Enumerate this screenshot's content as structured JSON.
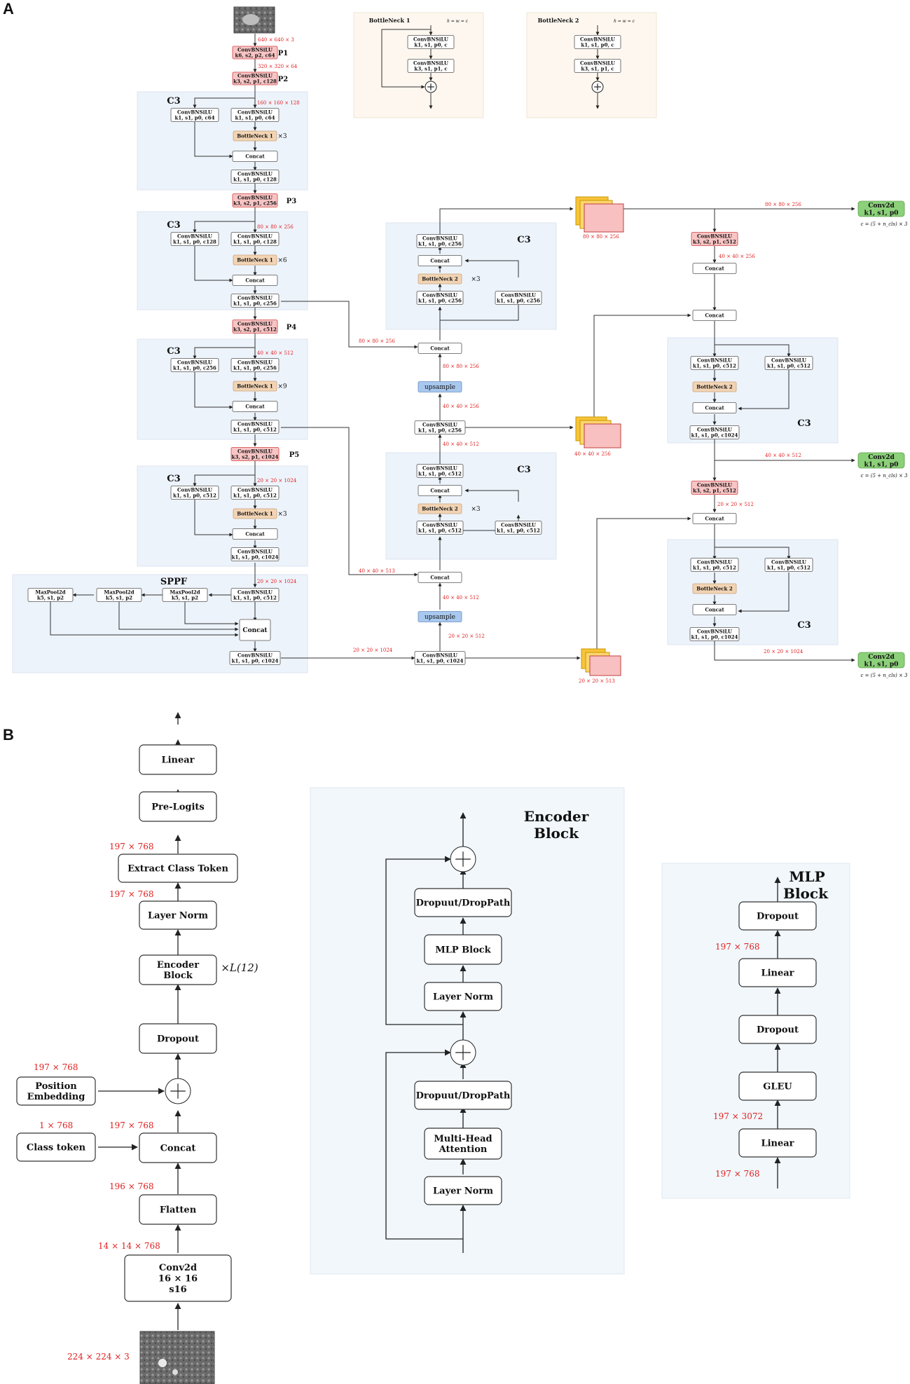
{
  "panel_a": {
    "letter": "A",
    "input_shape": "640 × 640 × 3",
    "stage_labels": [
      "P1",
      "P2",
      "P3",
      "P4",
      "P5"
    ],
    "c3": "C3",
    "sppf": "SPPF",
    "backbone_shapes": [
      "320 × 320 × 64",
      "160 × 160 × 128",
      "80 × 80 × 256",
      "40 × 40 × 512",
      "20 × 20 × 1024"
    ],
    "backbone": {
      "p1": [
        "ConvBNSiLU",
        "k6, s2, p2, c64"
      ],
      "p2": [
        "ConvBNSiLU",
        "k3, s2, p1, c128"
      ],
      "p3": [
        "ConvBNSiLU",
        "k3, s2, p1, c256"
      ],
      "p4": [
        "ConvBNSiLU",
        "k3, s2, p1, c512"
      ],
      "p5": [
        "ConvBNSiLU",
        "k3, s2, p1, c1024"
      ],
      "c3_1": {
        "left": [
          "ConvBNSiLU",
          "k1, s1, p0, c64"
        ],
        "right": [
          "ConvBNSiLU",
          "k1, s1, p0, c64"
        ],
        "bneck": "BottleNeck 1",
        "repeat": "×3",
        "out": [
          "ConvBNSiLU",
          "k1, s1, p0, c128"
        ]
      },
      "c3_2": {
        "left": [
          "ConvBNSiLU",
          "k1, s1, p0, c128"
        ],
        "right": [
          "ConvBNSiLU",
          "k1, s1, p0, c128"
        ],
        "bneck": "BottleNeck 1",
        "repeat": "×6",
        "out": [
          "ConvBNSiLU",
          "k1, s1, p0, c256"
        ]
      },
      "c3_3": {
        "left": [
          "ConvBNSiLU",
          "k1, s1, p0, c256"
        ],
        "right": [
          "ConvBNSiLU",
          "k1, s1, p0, c256"
        ],
        "bneck": "BottleNeck 1",
        "repeat": "×9",
        "out": [
          "ConvBNSiLU",
          "k1, s1, p0, c512"
        ]
      },
      "c3_4": {
        "left": [
          "ConvBNSiLU",
          "k1, s1, p0, c512"
        ],
        "right": [
          "ConvBNSiLU",
          "k1, s1, p0, c512"
        ],
        "bneck": "BottleNeck 1",
        "repeat": "×3",
        "out": [
          "ConvBNSiLU",
          "k1, s1, p0, c1024"
        ]
      },
      "concat": "Concat",
      "sppf": {
        "in": [
          "ConvBNSiLU",
          "k1, s1, p0, c512"
        ],
        "pools": [
          [
            "MaxPool2d",
            "k5, s1, p2"
          ],
          [
            "MaxPool2d",
            "k5, s1, p2"
          ],
          [
            "MaxPool2d",
            "k5, s1, p2"
          ]
        ],
        "concat": "Concat",
        "out": [
          "ConvBNSiLU",
          "k1, s1, p0, c1024"
        ]
      }
    },
    "bottlenecks": [
      {
        "title": "BottleNeck 1",
        "eq": "h = w = c",
        "b1": [
          "ConvBNSiLU",
          "k1, s1, p0, c"
        ],
        "b2": [
          "ConvBNSiLU",
          "k3, s1, p1, c"
        ]
      },
      {
        "title": "BottleNeck 2",
        "eq": "h = w = c",
        "b1": [
          "ConvBNSiLU",
          "k1, s1, p0, c"
        ],
        "b2": [
          "ConvBNSiLU",
          "k3, s1, p1, c"
        ]
      }
    ],
    "neck": {
      "c3_top": {
        "left": [
          "ConvBNSiLU",
          "k1, s1, p0, c256"
        ],
        "right": [
          "ConvBNSiLU",
          "k1, s1, p0, c256"
        ],
        "bneck": "BottleNeck 2",
        "repeat": "×3",
        "out": [
          "ConvBNSiLU",
          "k1, s1, p0, c256"
        ]
      },
      "c3_mid": {
        "left": [
          "ConvBNSiLU",
          "k1, s1, p0, c512"
        ],
        "right": [
          "ConvBNSiLU",
          "k1, s1, p0, c512"
        ],
        "bneck": "BottleNeck 2",
        "repeat": "×3",
        "out": [
          "ConvBNSiLU",
          "k1, s1, p0, c512"
        ]
      },
      "conv_256": [
        "ConvBNSiLU",
        "k1, s1, p0, c256"
      ],
      "conv_1024": [
        "ConvBNSiLU",
        "k1, s1, p0, c1024"
      ],
      "upsample": "upsample",
      "concat": "Concat",
      "shapes": [
        "80 × 80 × 256",
        "80 × 80 × 256",
        "40 × 40 × 256",
        "40 × 40 × 512",
        "40 × 40 × 513",
        "40 × 40 × 512",
        "20 × 20 × 512",
        "20 × 20 × 1024"
      ]
    },
    "head": {
      "down1": [
        "ConvBNSiLU",
        "k3, s2, p1, c512"
      ],
      "down2": [
        "ConvBNSiLU",
        "k3, s2, p1, c512"
      ],
      "concat": "Concat",
      "c3_a": {
        "left": [
          "ConvBNSiLU",
          "k1, s1, p0, c512"
        ],
        "right": [
          "ConvBNSiLU",
          "k1, s1, p0, c512"
        ],
        "bneck": "BottleNeck 2",
        "out": [
          "ConvBNSiLU",
          "k1, s1, p0, c1024"
        ]
      },
      "c3_b": {
        "left": [
          "ConvBNSiLU",
          "k1, s1, p0, c512"
        ],
        "right": [
          "ConvBNSiLU",
          "k1, s1, p0, c512"
        ],
        "bneck": "BottleNeck 2",
        "out": [
          "ConvBNSiLU",
          "k1, s1, p0, c1024"
        ]
      },
      "outputs": [
        [
          "Conv2d",
          "k1, s1, p0"
        ],
        [
          "Conv2d",
          "k1, s1, p0"
        ],
        [
          "Conv2d",
          "k1, s1, p0"
        ]
      ],
      "out_eq": "c = (5 + n_cls) × 3",
      "shapes": [
        "80 × 80 × 256",
        "40 × 40 × 256",
        "40 × 40 × 512",
        "20 × 20 × 512",
        "20 × 20 × 1024",
        "80 × 80 × 256",
        "40 × 40 × 256",
        "20 × 20 × 513"
      ]
    }
  },
  "panel_b": {
    "letter": "B",
    "main": {
      "linear": "Linear",
      "prelogits": "Pre-Logits",
      "extract": "Extract Class Token",
      "layernorm": "Layer Norm",
      "encoder": [
        "Encoder",
        "Block"
      ],
      "repeat": "×L(12)",
      "dropout": "Dropout",
      "position": [
        "Position",
        "Embedding"
      ],
      "class_token": "Class token",
      "concat": "Concat",
      "flatten": "Flatten",
      "conv": [
        "Conv2d",
        "16 × 16",
        "s16"
      ],
      "shapes": [
        "197 × 768",
        "197 × 768",
        "197 × 768",
        "1 × 768",
        "197 × 768",
        "196 × 768",
        "14 × 14 × 768",
        "224 × 224 × 3"
      ]
    },
    "encoder_block": {
      "title": [
        "Encoder",
        "Block"
      ],
      "drop1": "Dropuut/DropPath",
      "mlp": "MLP Block",
      "ln1": "Layer Norm",
      "drop2": "Dropuut/DropPath",
      "mha": [
        "Multi-Head",
        "Attention"
      ],
      "ln2": "Layer Norm"
    },
    "mlp_block": {
      "title": [
        "MLP",
        "Block"
      ],
      "dropout1": "Dropout",
      "linear1": "Linear",
      "dropout2": "Dropout",
      "gleu": "GLEU",
      "linear2": "Linear",
      "shapes": [
        "197 × 768",
        "197 × 3072",
        "197 × 768"
      ]
    }
  },
  "colors": {
    "red_box": "#f8c4c4",
    "red_box_border": "#d04040",
    "bottleneck_fill": "#f2d4b4",
    "upsample_fill": "#a8c8ee",
    "green_out": "#8cd07a",
    "panel_blue": "#edf3fb",
    "panel_cream": "#fdf7ef",
    "shape_red": "#e02020"
  }
}
